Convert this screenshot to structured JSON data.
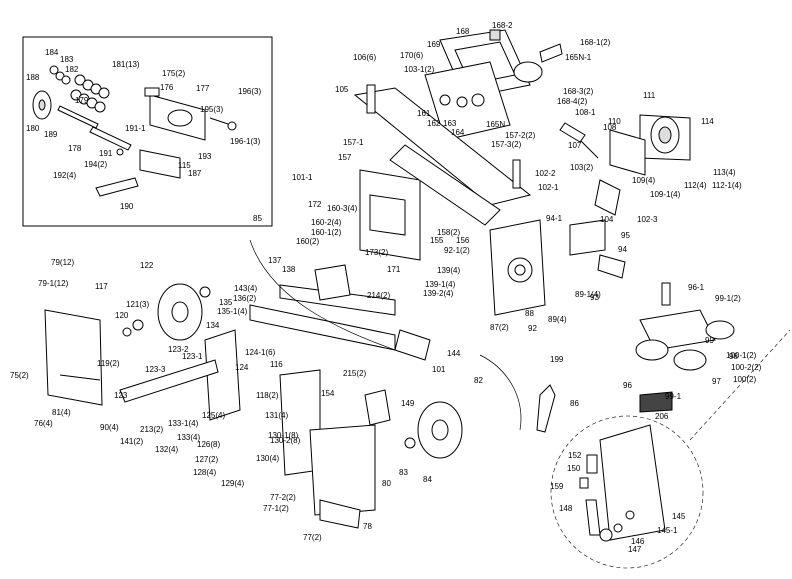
{
  "labels": [
    "168-2",
    "168-1(2)",
    "165N-1",
    "106(6)",
    "170(6)",
    "169",
    "168",
    "103-1(2)",
    "168-3(2)",
    "168-4(2)",
    "105",
    "161",
    "162",
    "163",
    "164",
    "165N",
    "111",
    "114",
    "110",
    "108-1",
    "107",
    "108",
    "157-2(2)",
    "157-3(2)",
    "103(2)",
    "102-2",
    "102-1",
    "157-1",
    "157",
    "113(4)",
    "112(4)",
    "112-1(4)",
    "109(4)",
    "109-1(4)",
    "102-3",
    "104",
    "101-1",
    "172",
    "160-3(4)",
    "160-2(4)",
    "160-1(2)",
    "160(2)",
    "158(2)",
    "155",
    "156",
    "173(2)",
    "171",
    "94-1",
    "95",
    "94",
    "92-1(2)",
    "139(4)",
    "139-1(4)",
    "139-2(4)",
    "93",
    "89-1(4)",
    "89(4)",
    "88",
    "87(2)",
    "92",
    "96-1",
    "99-1(2)",
    "99",
    "98",
    "100-1(2)",
    "100-2(2)",
    "100(2)",
    "97",
    "96",
    "99-1",
    "206",
    "85",
    "137",
    "138",
    "214(2)",
    "143(4)",
    "136(2)",
    "135",
    "135-1(4)",
    "134",
    "144",
    "79(12)",
    "79-1(12)",
    "117",
    "122",
    "121(3)",
    "120",
    "119(2)",
    "123-2",
    "123-1",
    "123-3",
    "124-1(6)",
    "124",
    "116",
    "118(2)",
    "131(4)",
    "130-1(8)",
    "130-2(8)",
    "130(4)",
    "125(4)",
    "126(8)",
    "127(2)",
    "128(4)",
    "129(4)",
    "133-1(4)",
    "133(4)",
    "132(4)",
    "141(2)",
    "213(2)",
    "123",
    "75(2)",
    "76(4)",
    "81(4)",
    "90(4)",
    "154",
    "215(2)",
    "101",
    "149",
    "82",
    "86",
    "199",
    "83",
    "84",
    "80",
    "77-2(2)",
    "77-1(2)",
    "77(2)",
    "78",
    "152",
    "150",
    "159",
    "148",
    "145",
    "145-1",
    "146",
    "147",
    "184",
    "183",
    "182",
    "181(13)",
    "188",
    "179",
    "180",
    "189",
    "178",
    "177",
    "176",
    "175(2)",
    "195(3)",
    "196(3)",
    "196-1(3)",
    "191-1",
    "191",
    "194(2)",
    "193",
    "115",
    "192(4)",
    "187",
    "190"
  ]
}
